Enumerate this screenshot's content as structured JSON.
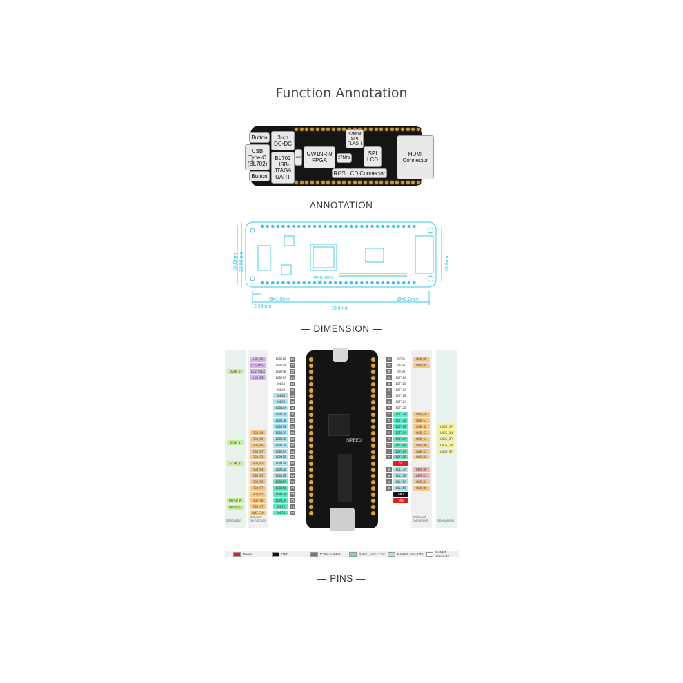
{
  "title": "Function Annotation",
  "sections": {
    "annotation": "— ANNOTATION —",
    "dimension": "— DIMENSION —",
    "pins": "— PINS —"
  },
  "board": {
    "button_top": "Button",
    "dcdc": "3-ch\nDC-DC",
    "usb": "USB\nType-C\n(BL702)",
    "bl702": "BL702\nUSB-\nJTAG&\nUART",
    "button_bottom": "Button",
    "led": "LED",
    "fpga": "GW1NR-9\nFPGA",
    "flash": "32Mbit\nSPI\nFLASH",
    "crystal": "27Mhz",
    "spi_lcd": "SPI\nLCD",
    "hdmi": "HDMI\nConnector",
    "rgb_lcd": "RGB LCD Connector",
    "silk_name": "TANG NANO",
    "silk_model": "9K"
  },
  "dimension": {
    "height": "26.0mm",
    "height_inner": "22.86mm",
    "height_right": "20.8mm",
    "pitch": "2.54mm",
    "length": "70.0mm",
    "hole_small": "Ø=1.0mm",
    "hole_large": "Ø=2.2mm"
  },
  "pins": {
    "left_ic": [
      "IOB21B",
      "IOB21A",
      "IOB29B",
      "IOB29A",
      "IOB6A",
      "IOB6B",
      "IOB8B",
      "IOB8A",
      "IOB11A",
      "IOB13A",
      "IOB13B",
      "IOB23B",
      "IOB23A",
      "IOB33B",
      "IOB33A",
      "IOB41A",
      "IOB41B",
      "IOB43B",
      "IOB42B",
      "IOB11B",
      "IOB15A",
      "IOB15B",
      "IOB43A",
      "IOB42A",
      "IOB7A",
      "IOB7B"
    ],
    "left_num": [
      "25",
      "26",
      "27",
      "28",
      "29",
      "30",
      "33",
      "34",
      "40",
      "35",
      "41",
      "42",
      "51",
      "53",
      "54",
      "55",
      "56",
      "57",
      "68",
      "69",
      "71",
      "72",
      "73",
      "74",
      "75",
      "77"
    ],
    "left_func": [
      "",
      "",
      "",
      "",
      "",
      "",
      "",
      "",
      "",
      "",
      "",
      "",
      "RGB_B4",
      "RGB_B5",
      "RGB_B6",
      "RGB_B7",
      "RGB_R2",
      "RGB_R3",
      "RGB_R4",
      "RGB_R5",
      "RGB_R6",
      "RGB_R7",
      "RGB_G5",
      "RGB_G6",
      "RGB_G7",
      "RGB_CLK"
    ],
    "left_func_top": [
      "LCD_CS",
      "LCD_MOSI",
      "LCD_SCLK",
      "LCD_RS"
    ],
    "left_special": [
      "UGLK_0",
      "",
      "GCLK_1",
      "GCLK_3",
      "",
      "UPPER_K",
      "UPPER_H"
    ],
    "right_ic": [
      "IOT8A",
      "IOT9A",
      "IOT9B",
      "IOT10A",
      "IOT10B",
      "IOT11A",
      "IOT11B",
      "IOT12A",
      "IOT12B",
      "IOT17A",
      "IOT17B",
      "IOT39B",
      "IOT39A",
      "IOT38A",
      "IOT38B",
      "IOT41A",
      "IOT41B",
      "5V",
      "IOL13A",
      "IOL13B",
      "IOL15A",
      "IOL15B",
      "GND",
      "3V3"
    ],
    "right_num": [
      "63",
      "86",
      "85",
      "84",
      "83",
      "82",
      "81",
      "80",
      "79",
      "77",
      "76",
      "75",
      "74",
      "73",
      "72",
      "71",
      "70",
      "",
      "48",
      "49",
      "31",
      "32",
      "",
      ""
    ],
    "right_func": [
      "RGB_DE",
      "RGB_HS",
      "",
      "",
      "",
      "",
      "",
      "",
      "",
      "RGB_G0",
      "RGB_G1",
      "RGB_G2",
      "RGB_G3",
      "RGB_G4",
      "RGB_B0",
      "RGB_B1",
      "RGB_B2",
      "",
      "DDR_D0",
      "DDR_D1",
      "RGB_B3",
      "RGB_R0",
      "",
      ""
    ],
    "right_special": [
      "LVDS_1P",
      "LVDS_1N",
      "LVDS_2P",
      "LVDS_2N",
      "LVDS_3P"
    ],
    "foot_left_special": "Special pin",
    "foot_left_func": "Onboard\npin function",
    "foot_right_func": "On board\ncomponent",
    "foot_right_special": "Special pins"
  },
  "legend": [
    {
      "label": "Power",
      "color": "#e02020"
    },
    {
      "label": "GND",
      "color": "#111111"
    },
    {
      "label": "IC Pin number",
      "color": "#777777"
    },
    {
      "label": "BANK1, Vcc=3.3V",
      "color": "#5ee6c0"
    },
    {
      "label": "BANK2, Vcc=3.3V",
      "color": "#a9e3ef"
    },
    {
      "label": "BANK3, Vcc=1.8V",
      "color": "#ffffff"
    }
  ]
}
